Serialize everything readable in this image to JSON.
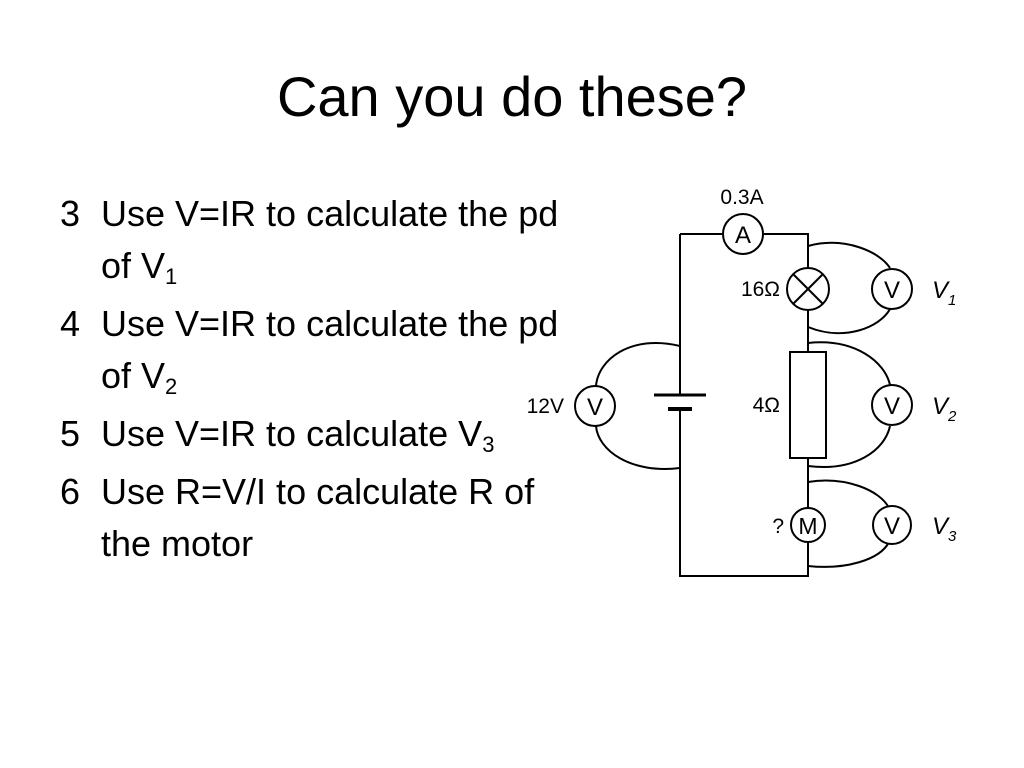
{
  "slide": {
    "title": "Can you do these?"
  },
  "questions": [
    {
      "number": "3",
      "text": "Use V=IR to calculate the pd of V",
      "sub": "1"
    },
    {
      "number": "4",
      "text": "Use V=IR to calculate the pd of V",
      "sub": "2"
    },
    {
      "number": "5",
      "text": "Use V=IR to calculate V",
      "sub": "3"
    },
    {
      "number": "6",
      "text": "Use R=V/I to calculate R of the motor",
      "sub": ""
    }
  ],
  "circuit": {
    "ammeter_reading": "0.3A",
    "ammeter_symbol": "A",
    "voltmeter_symbol": "V",
    "motor_symbol": "M",
    "lamp_resistance": "16Ω",
    "resistor_value": "4Ω",
    "motor_value": "?",
    "supply_voltage": "12V",
    "v1": {
      "letter": "V",
      "sub": "1"
    },
    "v2": {
      "letter": "V",
      "sub": "2"
    },
    "v3": {
      "letter": "V",
      "sub": "3"
    }
  }
}
